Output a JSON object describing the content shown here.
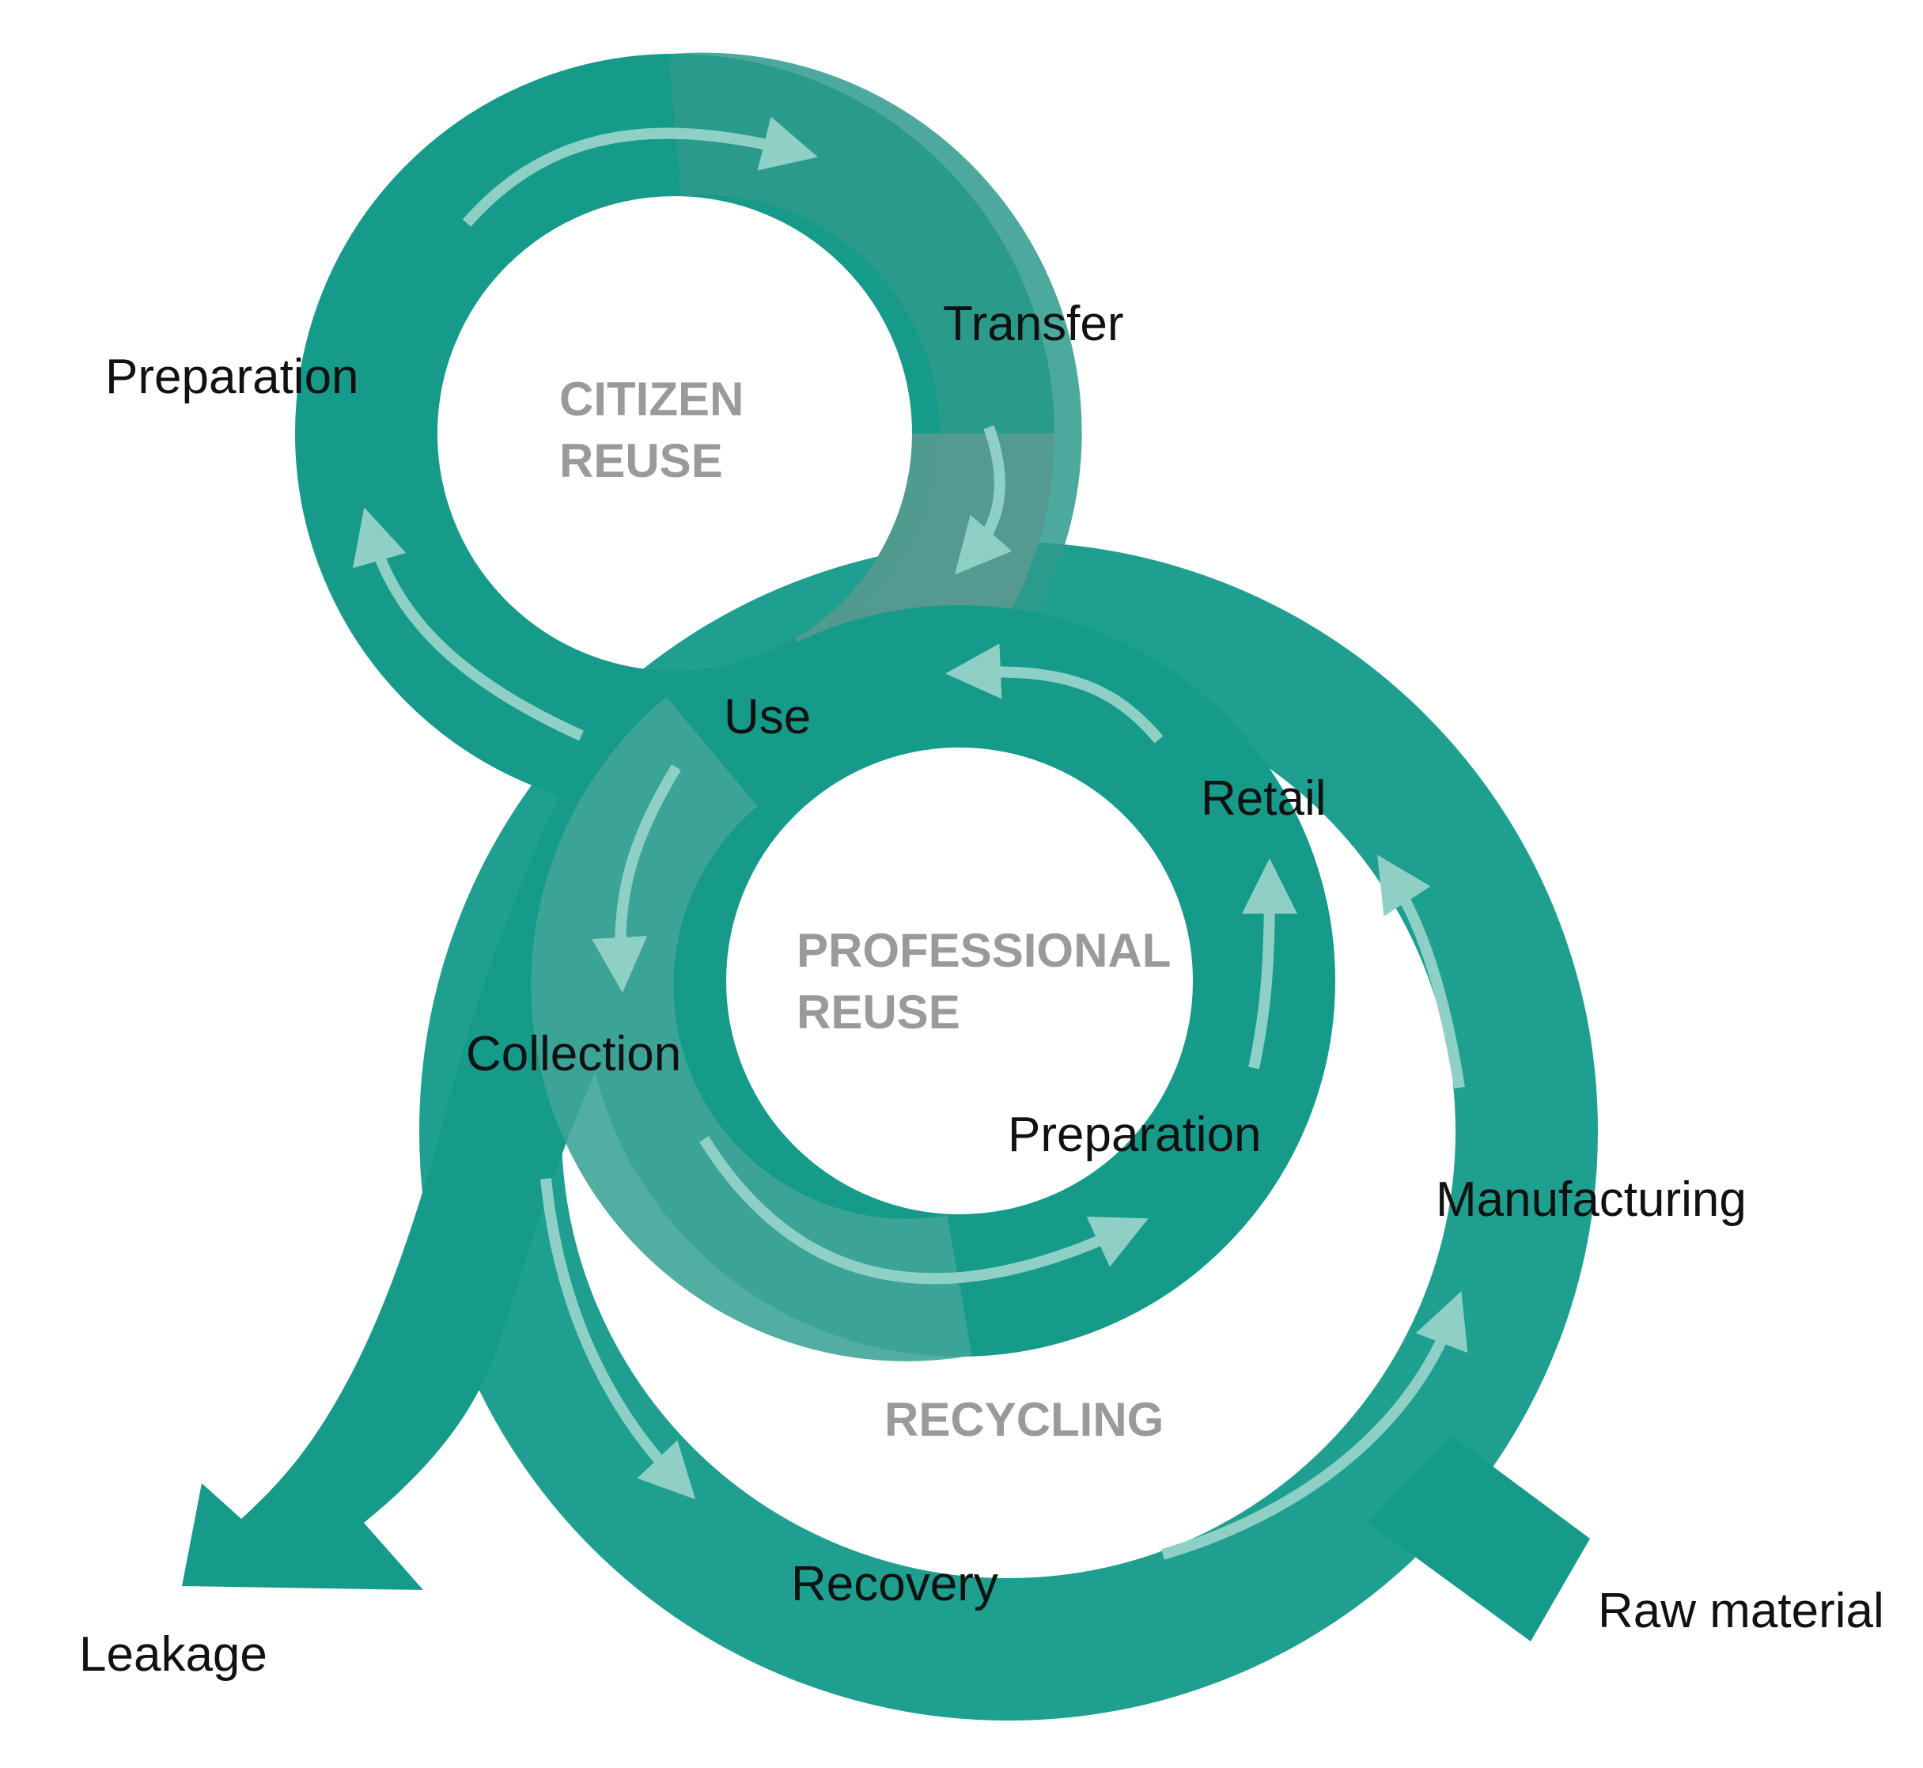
{
  "colors": {
    "teal": "#169a89",
    "teal_light": "#22a190",
    "teal_muted": "#5f9a92",
    "arrow": "#8fd0c6",
    "hub_text": "#9a9a9a"
  },
  "cycles": {
    "citizen": {
      "line1": "CITIZEN",
      "line2": "REUSE"
    },
    "professional": {
      "line1": "PROFESSIONAL",
      "line2": "REUSE"
    },
    "recycling": {
      "title": "RECYCLING"
    }
  },
  "labels": {
    "preparation_citizen": "Preparation",
    "transfer": "Transfer",
    "use": "Use",
    "retail": "Retail",
    "collection": "Collection",
    "preparation_professional": "Preparation",
    "manufacturing": "Manufacturing",
    "recovery": "Recovery",
    "raw_material": "Raw material",
    "leakage": "Leakage"
  }
}
